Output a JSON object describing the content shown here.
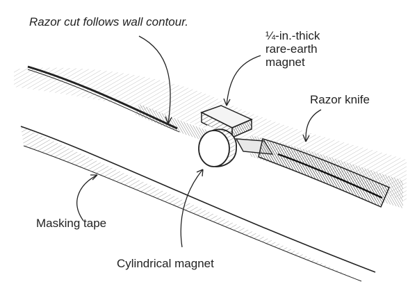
{
  "labels": {
    "razor_cut": "Razor cut follows wall contour.",
    "magnet_thick_line1": "¼-in.-thick",
    "magnet_thick_line2": "rare-earth",
    "magnet_thick_line3": "magnet",
    "razor_knife": "Razor knife",
    "masking_tape": "Masking tape",
    "cylindrical_magnet": "Cylindrical magnet"
  },
  "colors": {
    "ink": "#222222",
    "paper": "#ffffff",
    "shade": "#444444"
  }
}
